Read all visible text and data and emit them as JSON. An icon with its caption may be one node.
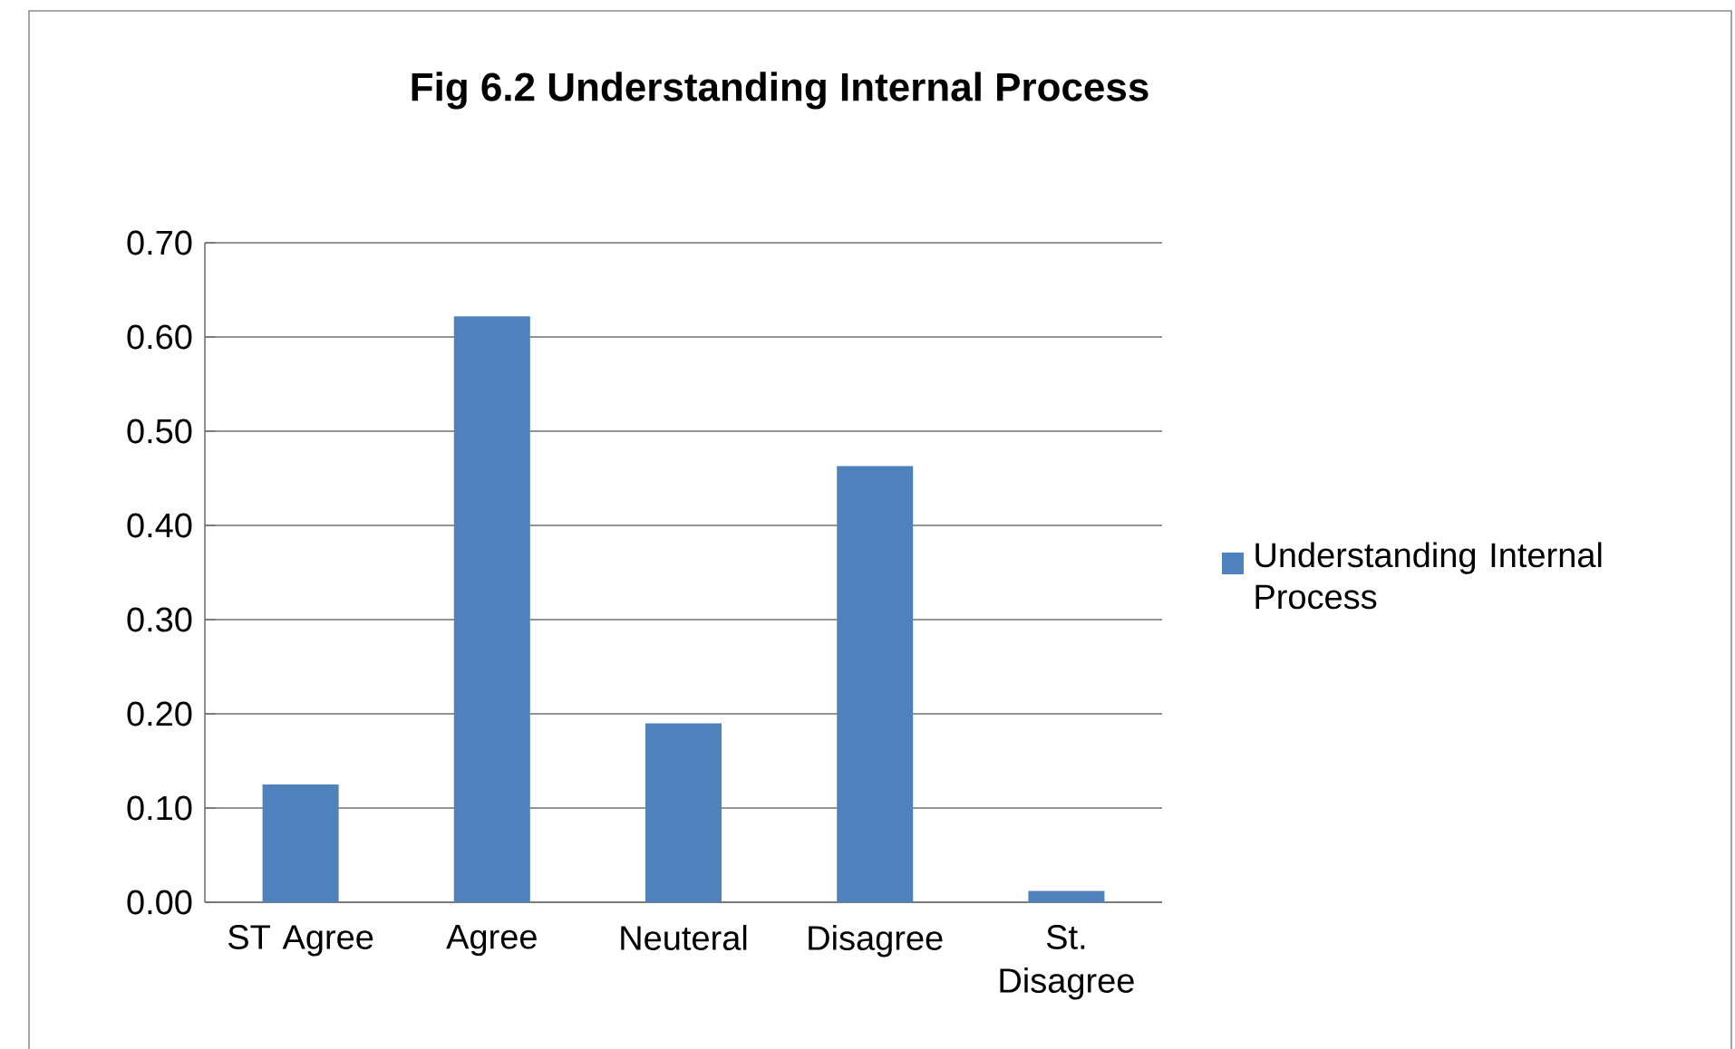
{
  "diagram": {
    "chart_data": {
      "type": "bar",
      "title": "Fig 6.2 Understanding Internal Process",
      "categories": [
        "ST Agree",
        "Agree",
        "Neuteral",
        "Disagree",
        "St. Disagree"
      ],
      "series": [
        {
          "name": "Understanding Internal Process",
          "color": "#4f81bd",
          "values": [
            0.125,
            0.622,
            0.19,
            0.463,
            0.012
          ]
        }
      ],
      "ylim": [
        0,
        0.7
      ],
      "grid": "y",
      "yticks": [
        {
          "value": 0,
          "label": "0.00"
        },
        {
          "value": 0.1,
          "label": "0.10"
        },
        {
          "value": 0.2,
          "label": "0.20"
        },
        {
          "value": 0.3,
          "label": "0.30"
        },
        {
          "value": 0.4,
          "label": "0.40"
        },
        {
          "value": 0.5,
          "label": "0.50"
        },
        {
          "value": 0.6,
          "label": "0.60"
        },
        {
          "value": 0.7,
          "label": "0.70"
        }
      ]
    }
  }
}
